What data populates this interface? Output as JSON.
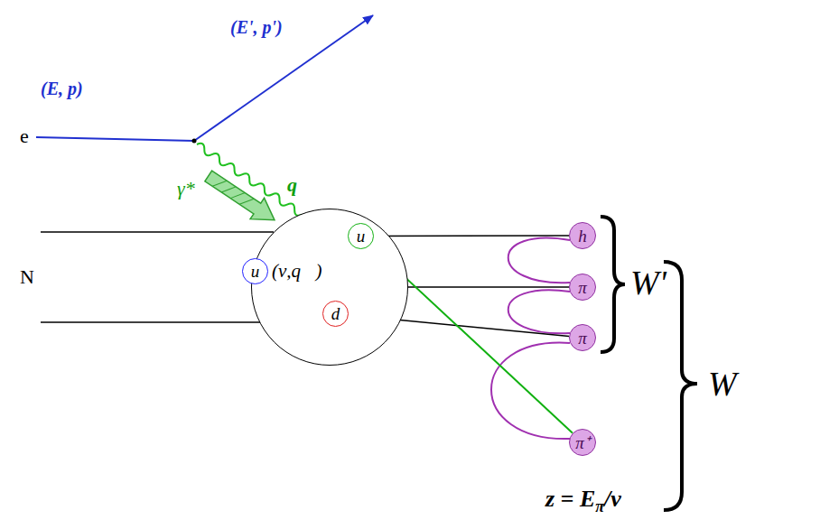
{
  "diagram": {
    "nodes": [
      {
        "text": [
          "(ν,q⃗)"
        ]
      },
      {
        "text": [
          "u"
        ],
        "in": 0
      },
      {
        "text": [
          "u"
        ],
        "in": 0
      },
      {
        "text": [
          "d"
        ],
        "in": 0
      },
      {
        "text": [
          "h"
        ]
      },
      {
        "text": [
          "π"
        ]
      },
      {
        "text": [
          "π"
        ]
      },
      {
        "text": [
          "π⁺"
        ]
      }
    ],
    "edges": [
      {
        "from": 1,
        "to": 4,
        "arrow": "none"
      },
      {
        "from": 0,
        "to": 5,
        "arrow": "none"
      },
      {
        "from": 3,
        "to": 6,
        "arrow": "none"
      },
      {
        "from": 1,
        "to": 7,
        "arrow": "none"
      }
    ],
    "labels": [
      "e",
      "(E, p)",
      "(E', p')",
      "γ*",
      "q",
      "N",
      "W'",
      "W",
      "z = E",
      "π",
      "/ν"
    ]
  }
}
